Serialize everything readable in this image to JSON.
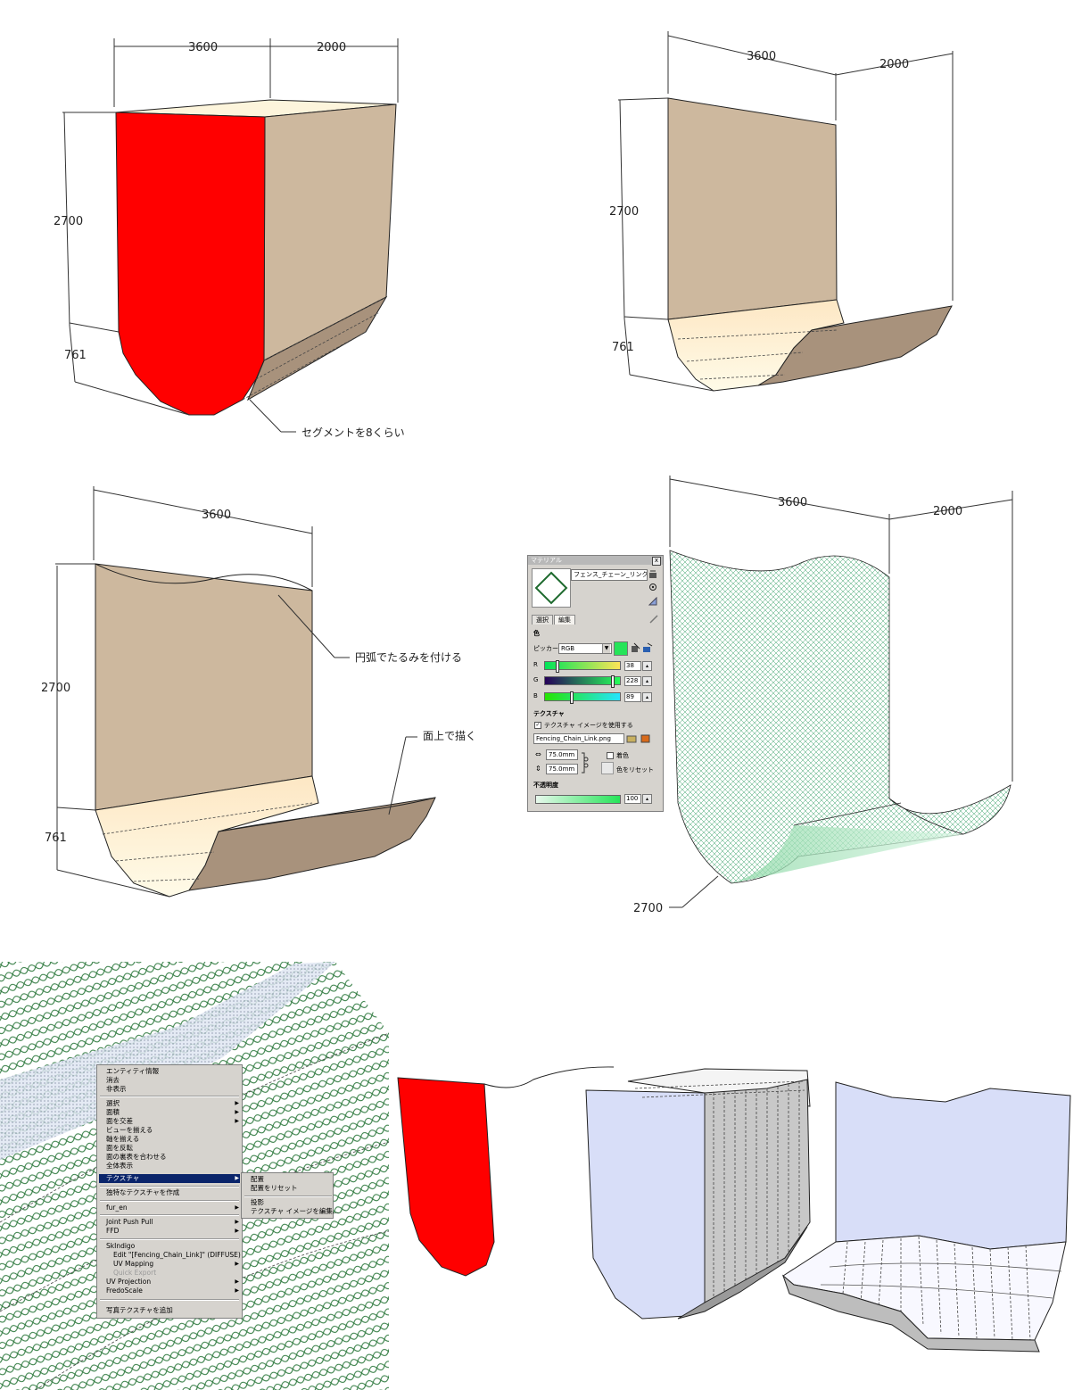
{
  "fig1": {
    "dim_width": "3600",
    "dim_depth": "2000",
    "dim_height": "2700",
    "dim_bottom": "761",
    "note_segments": "セグメントを8くらい"
  },
  "fig2": {
    "dim_width": "3600",
    "dim_depth": "2000",
    "dim_height": "2700",
    "dim_bottom": "761"
  },
  "fig3": {
    "dim_width": "3600",
    "dim_height": "2700",
    "dim_bottom": "761",
    "note_arc": "円弧でたるみを付ける",
    "note_face": "面上で描く"
  },
  "fig4": {
    "dim_width": "3600",
    "dim_depth": "2000",
    "dim_curve": "2700"
  },
  "material_panel": {
    "title": "マテリアル",
    "close": "x",
    "name_value": "フェンス_チェーン_リンク",
    "tabs": [
      {
        "label": "選択"
      },
      {
        "label": "編集"
      }
    ],
    "color_section": "色",
    "picker_label": "ピッカー:",
    "picker_value": "RGB",
    "channels": [
      {
        "label": "R",
        "value": "38"
      },
      {
        "label": "G",
        "value": "228"
      },
      {
        "label": "B",
        "value": "89"
      }
    ],
    "texture_section": "テクスチャ",
    "use_texture_label": "テクスチャ イメージを使用する",
    "texture_file": "Fencing_Chain_Link.png",
    "width_value": "75.0mm",
    "height_value": "75.0mm",
    "colorize_label": "着色",
    "reset_color_label": "色をリセット",
    "opacity_section": "不透明度",
    "opacity_value": "100",
    "swatch_color": "#26e459"
  },
  "context_menu": {
    "items": [
      {
        "label": "エンティティ情報"
      },
      {
        "label": "消去"
      },
      {
        "label": "非表示"
      },
      {
        "label": "選択"
      },
      {
        "label": "面積"
      },
      {
        "label": "面を交差"
      },
      {
        "label": "ビューを揃える"
      },
      {
        "label": "軸を揃える"
      },
      {
        "label": "面を反転"
      },
      {
        "label": "面の裏表を合わせる"
      },
      {
        "label": "全体表示"
      },
      {
        "label": "テクスチャ"
      },
      {
        "label": "独特なテクスチャを作成"
      },
      {
        "label": "fur_en"
      },
      {
        "label": "Joint Push Pull"
      },
      {
        "label": "FFD"
      },
      {
        "label": "SkIndigo"
      },
      {
        "label": "Edit \"[Fencing_Chain_Link]\" (DIFFUSE)"
      },
      {
        "label": "UV Mapping"
      },
      {
        "label": "Quick Export"
      },
      {
        "label": "UV Projection"
      },
      {
        "label": "FredoScale"
      },
      {
        "label": "写真テクスチャを追加"
      }
    ],
    "submenu": [
      {
        "label": "配置"
      },
      {
        "label": "配置をリセット"
      },
      {
        "label": "投影"
      },
      {
        "label": "テクスチャ イメージを編集..."
      }
    ],
    "highlight_color": "#0a246a"
  }
}
